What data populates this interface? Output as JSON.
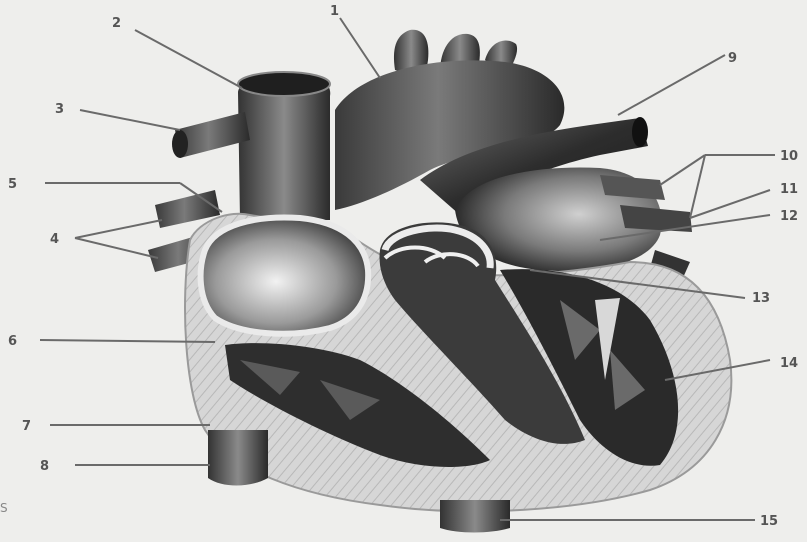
{
  "diagram": {
    "labels": [
      "1",
      "2",
      "3",
      "4",
      "5",
      "6",
      "7",
      "8",
      "9",
      "10",
      "11",
      "12",
      "13",
      "14",
      "15"
    ],
    "watermark": "S"
  }
}
